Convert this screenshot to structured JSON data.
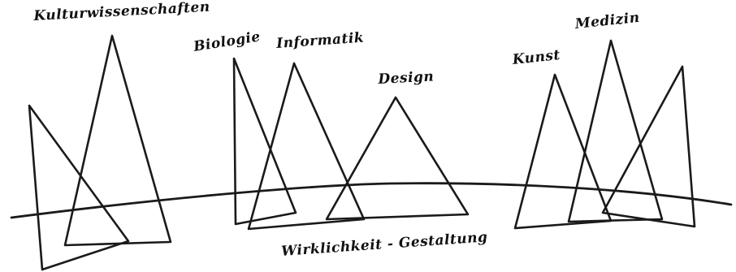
{
  "labels": {
    "kulturwissenschaften": "Kulturwissenschaften",
    "biologie": "Biologie",
    "informatik": "Informatik",
    "design": "Design",
    "kunst": "Kunst",
    "medizin": "Medizin",
    "footer": "Wirklichkeit - Gestaltung"
  },
  "colors": {
    "ink": "#1a1a1a",
    "background": "#ffffff"
  }
}
